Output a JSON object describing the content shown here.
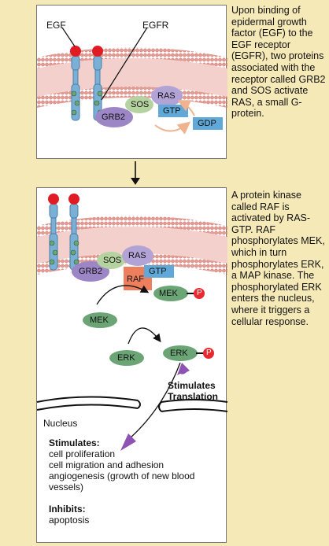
{
  "panel1": {
    "egf_label": "EGF",
    "egfr_label": "EGFR",
    "grb2": "GRB2",
    "sos": "SOS",
    "ras": "RAS",
    "gtp": "GTP",
    "gdp": "GDP",
    "caption": "Upon binding of epidermal growth factor (EGF) to the EGF receptor (EGFR), two proteins associated with the receptor called GRB2 and SOS activate RAS, a small G-protein."
  },
  "panel2": {
    "grb2": "GRB2",
    "sos": "SOS",
    "ras": "RAS",
    "raf": "RAF",
    "gtp": "GTP",
    "mek": "MEK",
    "mek_p": "MEK",
    "p1": "P",
    "erk": "ERK",
    "erk_p": "ERK",
    "p2": "P",
    "stimulates_translation_1": "Stimulates",
    "stimulates_translation_2": "Translation",
    "nucleus": "Nucleus",
    "stimulates_heading": "Stimulates:",
    "stimulates_items": [
      "cell proliferation",
      "cell migration and adhesion",
      "angiogenesis (growth of new blood",
      "vessels)"
    ],
    "inhibits_heading": "Inhibits:",
    "inhibits_items": [
      "apoptosis"
    ],
    "caption": "A protein kinase called RAF is activated by RAS-GTP. RAF phosphorylates MEK, which in turn phosphorylates ERK, a MAP kinase. The phosphorylated ERK enters the nucleus, where it triggers a cellular response."
  },
  "colors": {
    "background": "#f6e9b8",
    "membrane_head": "#e49a93",
    "receptor": "#7ab0d6",
    "egf": "#e01b24",
    "grb2": "#9d86c6",
    "sos": "#b5d3a0",
    "ras": "#b2a3d6",
    "gtp": "#5fa8d8",
    "raf": "#ee7f5c",
    "kinase": "#6ba576",
    "phosphate": "#e8292f",
    "arrow_purple": "#8e52b5"
  }
}
